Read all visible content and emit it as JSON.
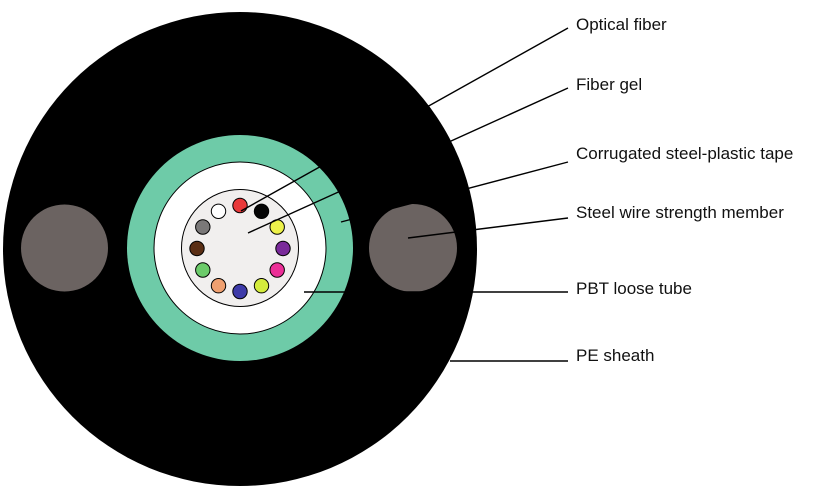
{
  "diagram": {
    "type": "cable-cross-section",
    "colors": {
      "sheath": "#000000",
      "tape": "#6ecba8",
      "tube_gap": "#ffffff",
      "gel": "#f1efee",
      "strength_member": "#6b6361"
    },
    "fibers": [
      {
        "name": "red",
        "color": "#e8393a"
      },
      {
        "name": "black",
        "color": "#050505"
      },
      {
        "name": "yellow",
        "color": "#eef24a"
      },
      {
        "name": "purple",
        "color": "#7a2a9a"
      },
      {
        "name": "magenta",
        "color": "#ec2f97"
      },
      {
        "name": "lime",
        "color": "#d4ec3c"
      },
      {
        "name": "blue",
        "color": "#3d3aa8"
      },
      {
        "name": "orange",
        "color": "#f0a070"
      },
      {
        "name": "green",
        "color": "#6ccb6a"
      },
      {
        "name": "brown",
        "color": "#5a2e14"
      },
      {
        "name": "gray",
        "color": "#7a7878"
      },
      {
        "name": "white",
        "color": "#ffffff"
      }
    ],
    "labels": [
      {
        "id": "optical-fiber",
        "text": "Optical fiber"
      },
      {
        "id": "fiber-gel",
        "text": "Fiber gel"
      },
      {
        "id": "corrugated-tape",
        "text": "Corrugated steel-plastic tape"
      },
      {
        "id": "steel-wire",
        "text": "Steel wire strength member"
      },
      {
        "id": "pbt-tube",
        "text": "PBT loose tube"
      },
      {
        "id": "pe-sheath",
        "text": "PE sheath"
      }
    ]
  }
}
